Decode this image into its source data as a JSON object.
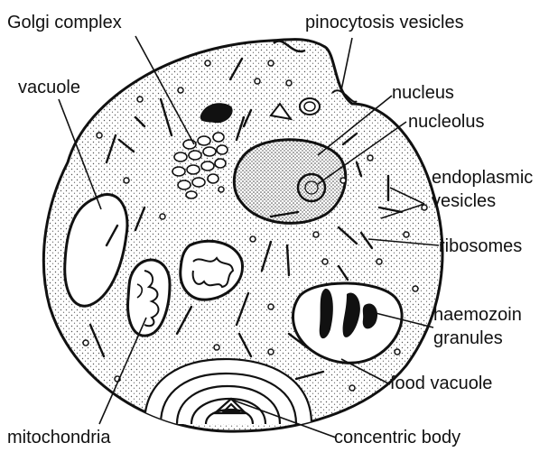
{
  "labels": {
    "golgi_complex": "Golgi complex",
    "pinocytosis_vesicles": "pinocytosis vesicles",
    "vacuole": "vacuole",
    "nucleus": "nucleus",
    "nucleolus": "nucleolus",
    "endoplasmic_line1": "endoplasmic",
    "endoplasmic_line2": "vesicles",
    "ribosomes": "ribosomes",
    "haemozoin_line1": "haemozoin",
    "haemozoin_line2": "granules",
    "food_vacuole": "food vacuole",
    "mitochondria": "mitochondria",
    "concentric_body": "concentric body"
  },
  "colors": {
    "ink": "#111111",
    "paper": "#ffffff",
    "stipple": "#555555"
  }
}
